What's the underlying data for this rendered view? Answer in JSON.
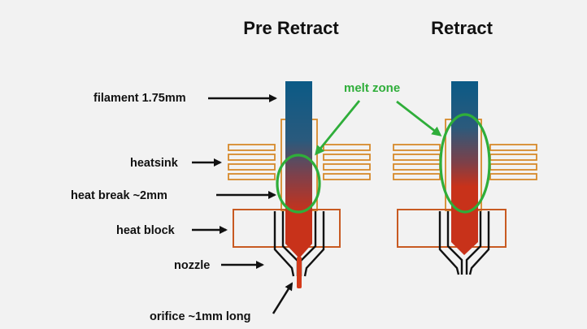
{
  "titles": {
    "pre_retract": "Pre Retract",
    "retract": "Retract"
  },
  "labels": {
    "filament": "filament 1.75mm",
    "heatsink": "heatsink",
    "heat_break": "heat break ~2mm",
    "heat_block": "heat block",
    "nozzle": "nozzle",
    "orifice": "orifice ~1mm long",
    "melt_zone": "melt zone"
  },
  "colors": {
    "background": "#f2f2f2",
    "heatsink_orange": "#d6892b",
    "heat_block_orange": "#c85a22",
    "filament_blue": "#0b5a86",
    "melt_red": "#c8321a",
    "melt_zone_green": "#2fae3a",
    "nozzle_black": "#111111"
  }
}
